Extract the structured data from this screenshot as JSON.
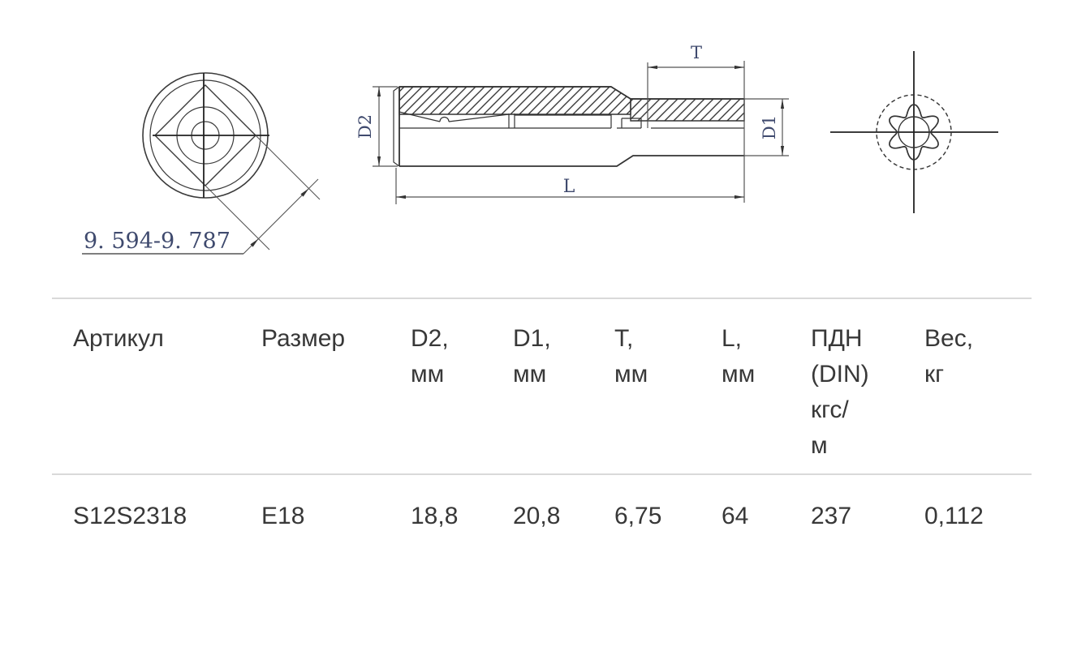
{
  "page": {
    "background": "#ffffff"
  },
  "colors": {
    "drawing_line": "#333333",
    "dimension_line": "#4a4a4a",
    "dimension_text": "#3f4a6e",
    "table_text": "#383838",
    "rule": "#d9d9d9"
  },
  "drawings": {
    "front_view": {
      "description": "square-drive front view",
      "dimension_label": "9. 594-9. 787"
    },
    "side_view": {
      "description": "hatched cross-section of deep socket",
      "labels": {
        "d2": "D2",
        "t": "T",
        "d1": "D1",
        "l": "L"
      }
    },
    "profile_view": {
      "description": "e-torx hexalobe profile"
    }
  },
  "table": {
    "headers": [
      "Артикул",
      "Размер",
      "D2,\nмм",
      "D1,\nмм",
      "T,\nмм",
      "L,\nмм",
      "ПДН\n(DIN)\nкгс/\nм",
      "Вес,\nкг"
    ],
    "row": [
      "S12S2318",
      "E18",
      "18,8",
      "20,8",
      "6,75",
      "64",
      "237",
      "0,112"
    ]
  }
}
